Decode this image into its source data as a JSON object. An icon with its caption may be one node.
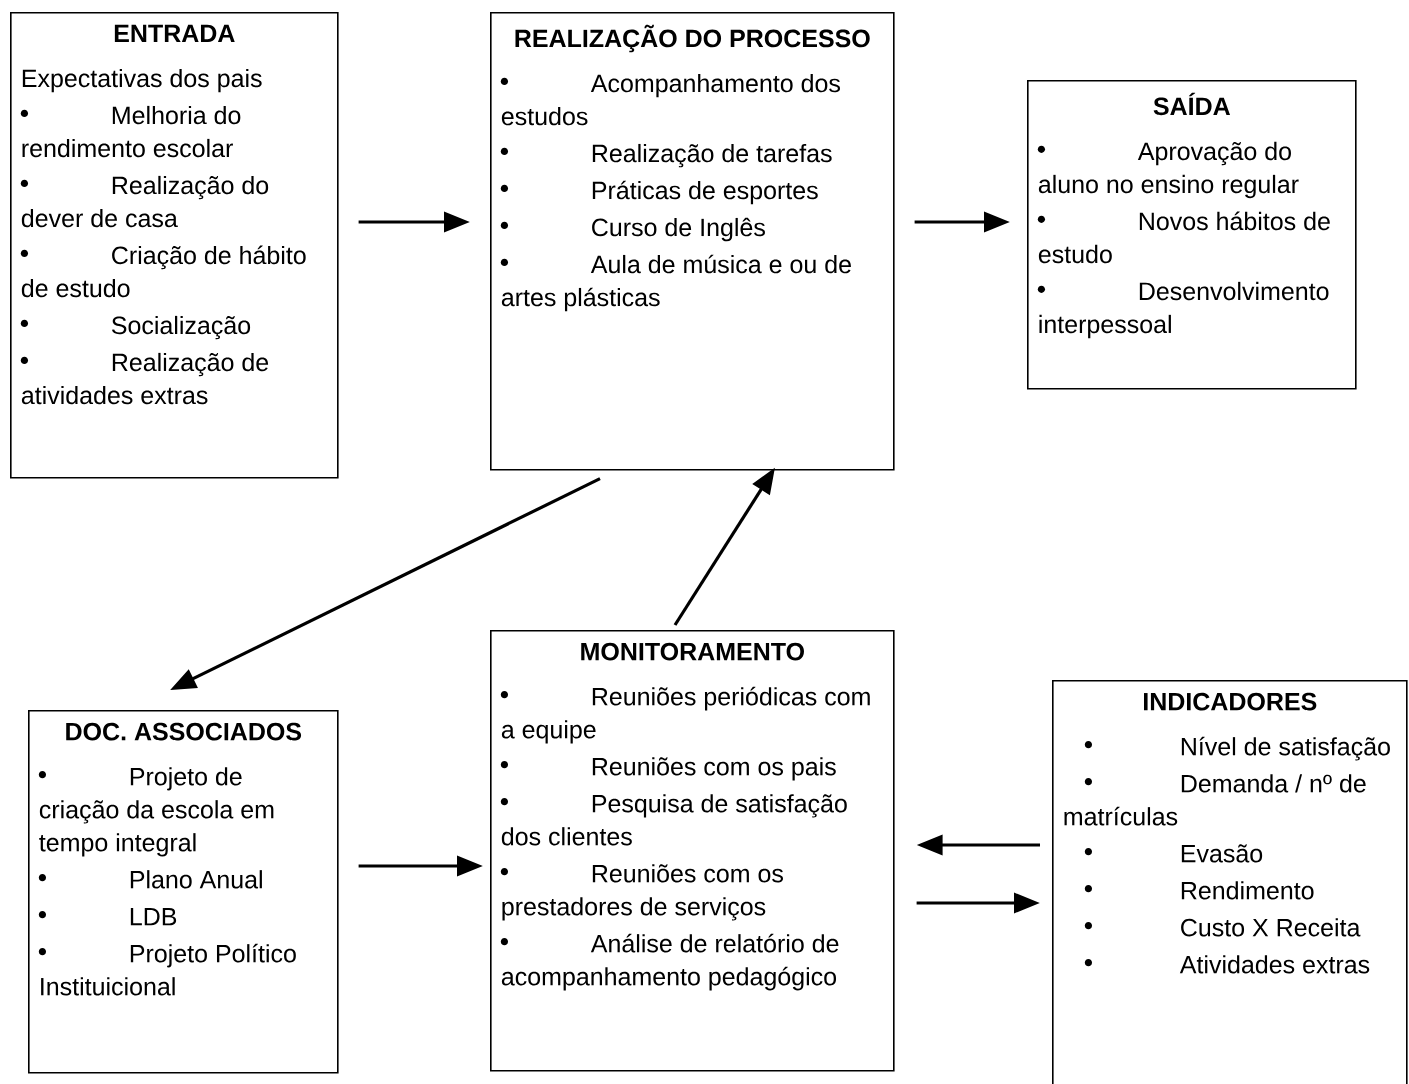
{
  "diagram": {
    "nodes": [
      {
        "text": [
          "ENTRADA",
          "Expectativas dos pais",
          "Melhoria do rendimento escolar",
          "Realização do dever de casa",
          "Criação de hábito de estudo",
          "Socialização",
          "Realização de atividades extras"
        ]
      },
      {
        "text": [
          "REALIZAÇÃO DO PROCESSO",
          "Acompanhamento dos estudos",
          "Realização de tarefas",
          "Práticas de esportes",
          "Curso de Inglês",
          "Aula de música e ou de artes plásticas"
        ]
      },
      {
        "text": [
          "SAÍDA",
          "Aprovação do aluno no ensino regular",
          "Novos hábitos de estudo",
          "Desenvolvimento interpessoal"
        ]
      },
      {
        "text": [
          "DOC. ASSOCIADOS",
          "Projeto de criação da escola em tempo integral",
          "Plano Anual",
          "LDB",
          "Projeto Político Instituicional"
        ]
      },
      {
        "text": [
          "MONITORAMENTO",
          "Reuniões periódicas com a equipe",
          "Reuniões com os pais",
          "Pesquisa de satisfação dos clientes",
          "Reuniões com os prestadores de serviços",
          "Análise de relatório de acompanhamento pedagógico"
        ]
      },
      {
        "text": [
          "INDICADORES",
          "Nível de satisfação",
          "Demanda / nº de matrículas",
          "Evasão",
          "Rendimento",
          "Custo X Receita",
          "Atividades extras"
        ]
      }
    ],
    "edges": [
      {
        "from": 0,
        "to": 1,
        "arrow": "to"
      },
      {
        "from": 1,
        "to": 2,
        "arrow": "to"
      },
      {
        "from": 1,
        "to": 3,
        "arrow": "to"
      },
      {
        "from": 4,
        "to": 1,
        "arrow": "to"
      },
      {
        "from": 3,
        "to": 4,
        "arrow": "to"
      },
      {
        "from": 5,
        "to": 4,
        "arrow": "to"
      },
      {
        "from": 4,
        "to": 5,
        "arrow": "to"
      }
    ]
  }
}
